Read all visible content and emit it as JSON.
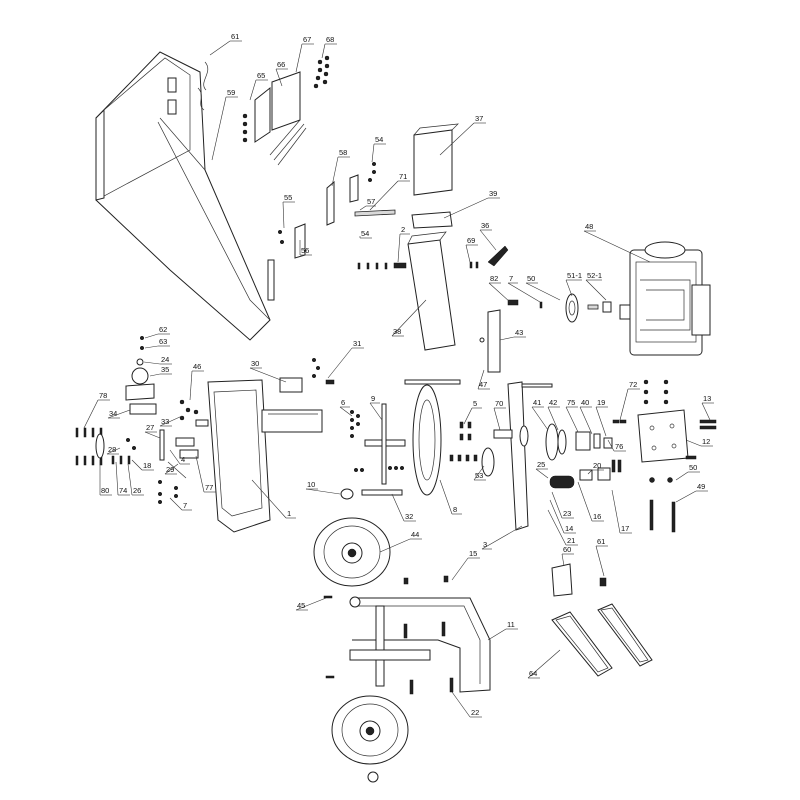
{
  "callouts": [
    {
      "id": "c61a",
      "label": "61"
    },
    {
      "id": "c59",
      "label": "59"
    },
    {
      "id": "c65",
      "label": "65"
    },
    {
      "id": "c66",
      "label": "66"
    },
    {
      "id": "c67",
      "label": "67"
    },
    {
      "id": "c68",
      "label": "68"
    },
    {
      "id": "c37",
      "label": "37"
    },
    {
      "id": "c54a",
      "label": "54"
    },
    {
      "id": "c58",
      "label": "58"
    },
    {
      "id": "c71",
      "label": "71"
    },
    {
      "id": "c57",
      "label": "57"
    },
    {
      "id": "c39",
      "label": "39"
    },
    {
      "id": "c55",
      "label": "55"
    },
    {
      "id": "c56",
      "label": "56"
    },
    {
      "id": "c54b",
      "label": "54"
    },
    {
      "id": "c2",
      "label": "2"
    },
    {
      "id": "c36",
      "label": "36"
    },
    {
      "id": "c69",
      "label": "69"
    },
    {
      "id": "c48",
      "label": "48"
    },
    {
      "id": "c82",
      "label": "82"
    },
    {
      "id": "c7a",
      "label": "7"
    },
    {
      "id": "c50a",
      "label": "50"
    },
    {
      "id": "c51",
      "label": "51-1"
    },
    {
      "id": "c52",
      "label": "52-1"
    },
    {
      "id": "c38",
      "label": "38"
    },
    {
      "id": "c43",
      "label": "43"
    },
    {
      "id": "c62",
      "label": "62"
    },
    {
      "id": "c63",
      "label": "63"
    },
    {
      "id": "c24",
      "label": "24"
    },
    {
      "id": "c35",
      "label": "35"
    },
    {
      "id": "c31",
      "label": "31"
    },
    {
      "id": "c30",
      "label": "30"
    },
    {
      "id": "c47",
      "label": "47"
    },
    {
      "id": "c46",
      "label": "46"
    },
    {
      "id": "c78",
      "label": "78"
    },
    {
      "id": "c34",
      "label": "34"
    },
    {
      "id": "c33",
      "label": "33"
    },
    {
      "id": "c27",
      "label": "27"
    },
    {
      "id": "c28",
      "label": "28"
    },
    {
      "id": "c6",
      "label": "6"
    },
    {
      "id": "c9",
      "label": "9"
    },
    {
      "id": "c5",
      "label": "5"
    },
    {
      "id": "c70",
      "label": "70"
    },
    {
      "id": "c41",
      "label": "41"
    },
    {
      "id": "c42",
      "label": "42"
    },
    {
      "id": "c75",
      "label": "75"
    },
    {
      "id": "c40",
      "label": "40"
    },
    {
      "id": "c19",
      "label": "19"
    },
    {
      "id": "c72",
      "label": "72"
    },
    {
      "id": "c13",
      "label": "13"
    },
    {
      "id": "c76",
      "label": "76"
    },
    {
      "id": "c12",
      "label": "12"
    },
    {
      "id": "c4",
      "label": "4"
    },
    {
      "id": "c18",
      "label": "18"
    },
    {
      "id": "c29",
      "label": "29"
    },
    {
      "id": "c80",
      "label": "80"
    },
    {
      "id": "c74",
      "label": "74"
    },
    {
      "id": "c26",
      "label": "26"
    },
    {
      "id": "c77",
      "label": "77"
    },
    {
      "id": "c53",
      "label": "53"
    },
    {
      "id": "c25",
      "label": "25"
    },
    {
      "id": "c20",
      "label": "20"
    },
    {
      "id": "c50b",
      "label": "50"
    },
    {
      "id": "c7b",
      "label": "7"
    },
    {
      "id": "c10",
      "label": "10"
    },
    {
      "id": "c1",
      "label": "1"
    },
    {
      "id": "c32",
      "label": "32"
    },
    {
      "id": "c8",
      "label": "8"
    },
    {
      "id": "c23",
      "label": "23"
    },
    {
      "id": "c14",
      "label": "14"
    },
    {
      "id": "c21",
      "label": "21"
    },
    {
      "id": "c16",
      "label": "16"
    },
    {
      "id": "c17",
      "label": "17"
    },
    {
      "id": "c49",
      "label": "49"
    },
    {
      "id": "c44",
      "label": "44"
    },
    {
      "id": "c3",
      "label": "3"
    },
    {
      "id": "c60",
      "label": "60"
    },
    {
      "id": "c15",
      "label": "15"
    },
    {
      "id": "c61b",
      "label": "61"
    },
    {
      "id": "c45",
      "label": "45"
    },
    {
      "id": "c11",
      "label": "11"
    },
    {
      "id": "c64",
      "label": "64"
    },
    {
      "id": "c22",
      "label": "22"
    }
  ]
}
